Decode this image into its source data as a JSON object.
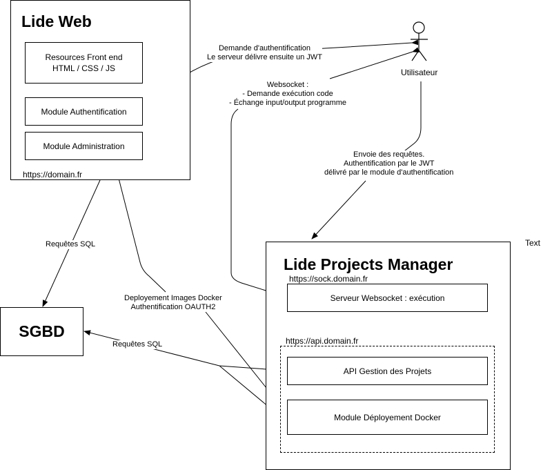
{
  "lide_web": {
    "title": "Lide Web",
    "url": "https://domain.fr",
    "modules": {
      "front_line1": "Resources Front end",
      "front_line2": "HTML / CSS / JS",
      "auth": "Module Authentification",
      "admin": "Module Administration"
    }
  },
  "user": {
    "label": "Utilisateur"
  },
  "sgbd": {
    "title": "SGBD"
  },
  "projects_manager": {
    "title": "Lide Projects Manager",
    "sock_url": "https://sock.domain.fr",
    "api_url": "https://api.domain.fr",
    "modules": {
      "websocket": "Serveur Websocket : exécution",
      "api": "API Gestion des Projets",
      "docker": "Module Déployement Docker"
    }
  },
  "edge_labels": {
    "auth_request_1": "Demande d'authentification",
    "auth_request_2": "Le serveur délivre ensuite un JWT",
    "websocket_1": "Websocket :",
    "websocket_2": "- Demande exécution code",
    "websocket_3": "- Échange input/output programme",
    "requests_1": "Envoie des requêtes.",
    "requests_2": "Authentification par le JWT",
    "requests_3": "délivré par le module d'authentification",
    "sql_left": "Requêtes SQL",
    "sql_bottom": "Requêtes SQL",
    "deploy_1": "Deployement Images Docker",
    "deploy_2": "Authentification OAUTH2"
  },
  "stray_text": "Text"
}
